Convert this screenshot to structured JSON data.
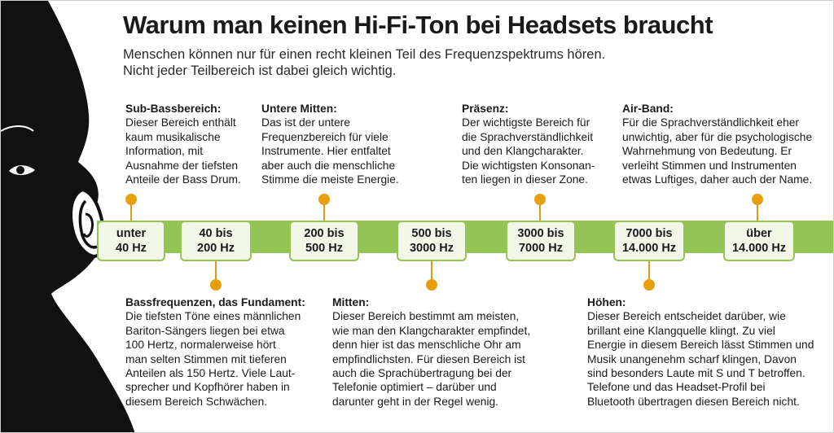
{
  "title": "Warum man keinen Hi-Fi-Ton bei Headsets braucht",
  "subtitle": [
    "Menschen können nur für einen recht kleinen Teil des Frequenzspektrums hören.",
    "Nicht jeder Teilbereich ist dabei gleich wichtig."
  ],
  "colors": {
    "band": "#94c356",
    "box_fill": "#f3f7e8",
    "dot": "#e79f10",
    "silhouette": "#111111"
  },
  "frequency_ranges": [
    {
      "lines": [
        "unter",
        "40 Hz"
      ]
    },
    {
      "lines": [
        "40 bis",
        "200 Hz"
      ]
    },
    {
      "lines": [
        "200 bis",
        "500 Hz"
      ]
    },
    {
      "lines": [
        "500 bis",
        "3000 Hz"
      ]
    },
    {
      "lines": [
        "3000 bis",
        "7000 Hz"
      ]
    },
    {
      "lines": [
        "7000 bis",
        "14.000 Hz"
      ]
    },
    {
      "lines": [
        "über",
        "14.000 Hz"
      ]
    }
  ],
  "descriptions": {
    "sub_bass": {
      "heading": "Sub-Bassbereich:",
      "lines": [
        "Dieser Bereich enthält",
        "kaum musikalische",
        "Information, mit",
        "Ausnahme der tiefsten",
        "Anteile der Bass Drum."
      ]
    },
    "bass": {
      "heading": "Bassfrequenzen, das Fundament:",
      "lines": [
        "Die tiefsten Töne eines männlichen",
        "Bariton-Sängers liegen bei etwa",
        "100 Hertz, normalerweise hört",
        "man selten Stimmen mit tieferen",
        "Anteilen als 150 Hertz. Viele Laut-",
        "sprecher und Kopfhörer haben in",
        "diesem Bereich Schwächen."
      ]
    },
    "low_mids": {
      "heading": "Untere Mitten:",
      "lines": [
        "Das ist der untere",
        "Frequenzbereich für viele",
        "Instrumente. Hier entfaltet",
        "aber auch die menschliche",
        "Stimme die meiste Energie."
      ]
    },
    "mids": {
      "heading": "Mitten:",
      "lines": [
        "Dieser Bereich bestimmt am meisten,",
        "wie man den Klangcharakter empfindet,",
        "denn hier ist das menschliche Ohr am",
        "empfindlichsten. Für diesen Bereich ist",
        "auch die Sprachübertragung bei der",
        "Telefonie optimiert – darüber und",
        "darunter geht in der Regel wenig."
      ]
    },
    "presence": {
      "heading": "Präsenz:",
      "lines": [
        "Der wichtigste Bereich für",
        "die Sprachverständlichkeit",
        "und den Klangcharakter.",
        "Die wichtigsten Konsonan-",
        "ten liegen in dieser Zone."
      ]
    },
    "highs": {
      "heading": "Höhen:",
      "lines": [
        "Dieser Bereich entscheidet darüber, wie",
        "brillant eine Klangquelle klingt. Zu viel",
        "Energie in diesem Bereich lässt Stimmen und",
        "Musik unangenehm scharf klingen, Davon",
        "sind besonders Laute mit S und T betroffen.",
        "Telefone und das Headset-Profil bei",
        "Bluetooth übertragen diesen Bereich nicht."
      ]
    },
    "air_band": {
      "heading": "Air-Band:",
      "lines": [
        "Für die Sprachverständlichkeit eher",
        "unwichtig, aber für die psychologische",
        "Wahrnehmung von Bedeutung. Er",
        "verleiht Stimmen und Instrumenten",
        "etwas Luftiges, daher auch der Name."
      ]
    }
  }
}
